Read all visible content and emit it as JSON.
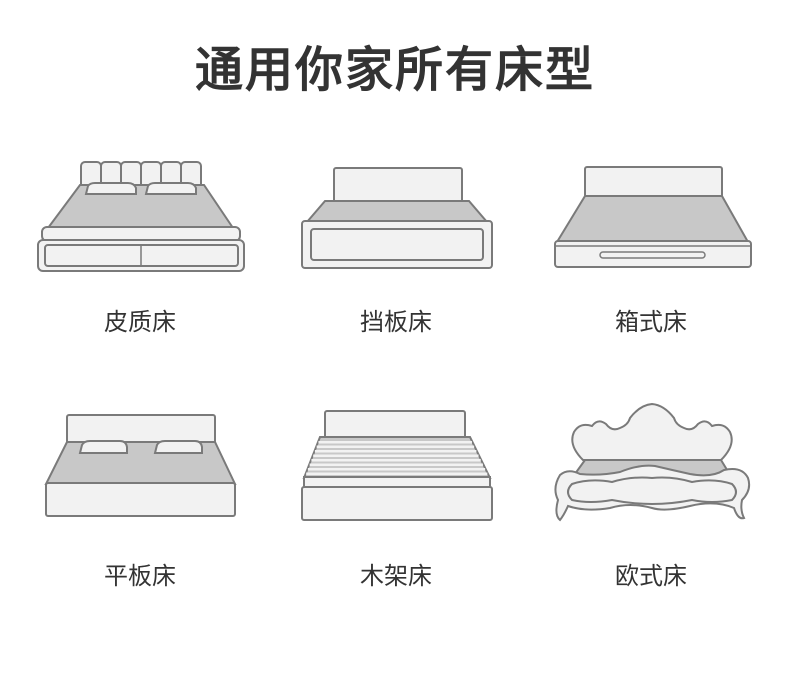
{
  "title": "通用你家所有床型",
  "beds": [
    {
      "label": "皮质床"
    },
    {
      "label": "挡板床"
    },
    {
      "label": "箱式床"
    },
    {
      "label": "平板床"
    },
    {
      "label": "木架床"
    },
    {
      "label": "欧式床"
    }
  ]
}
